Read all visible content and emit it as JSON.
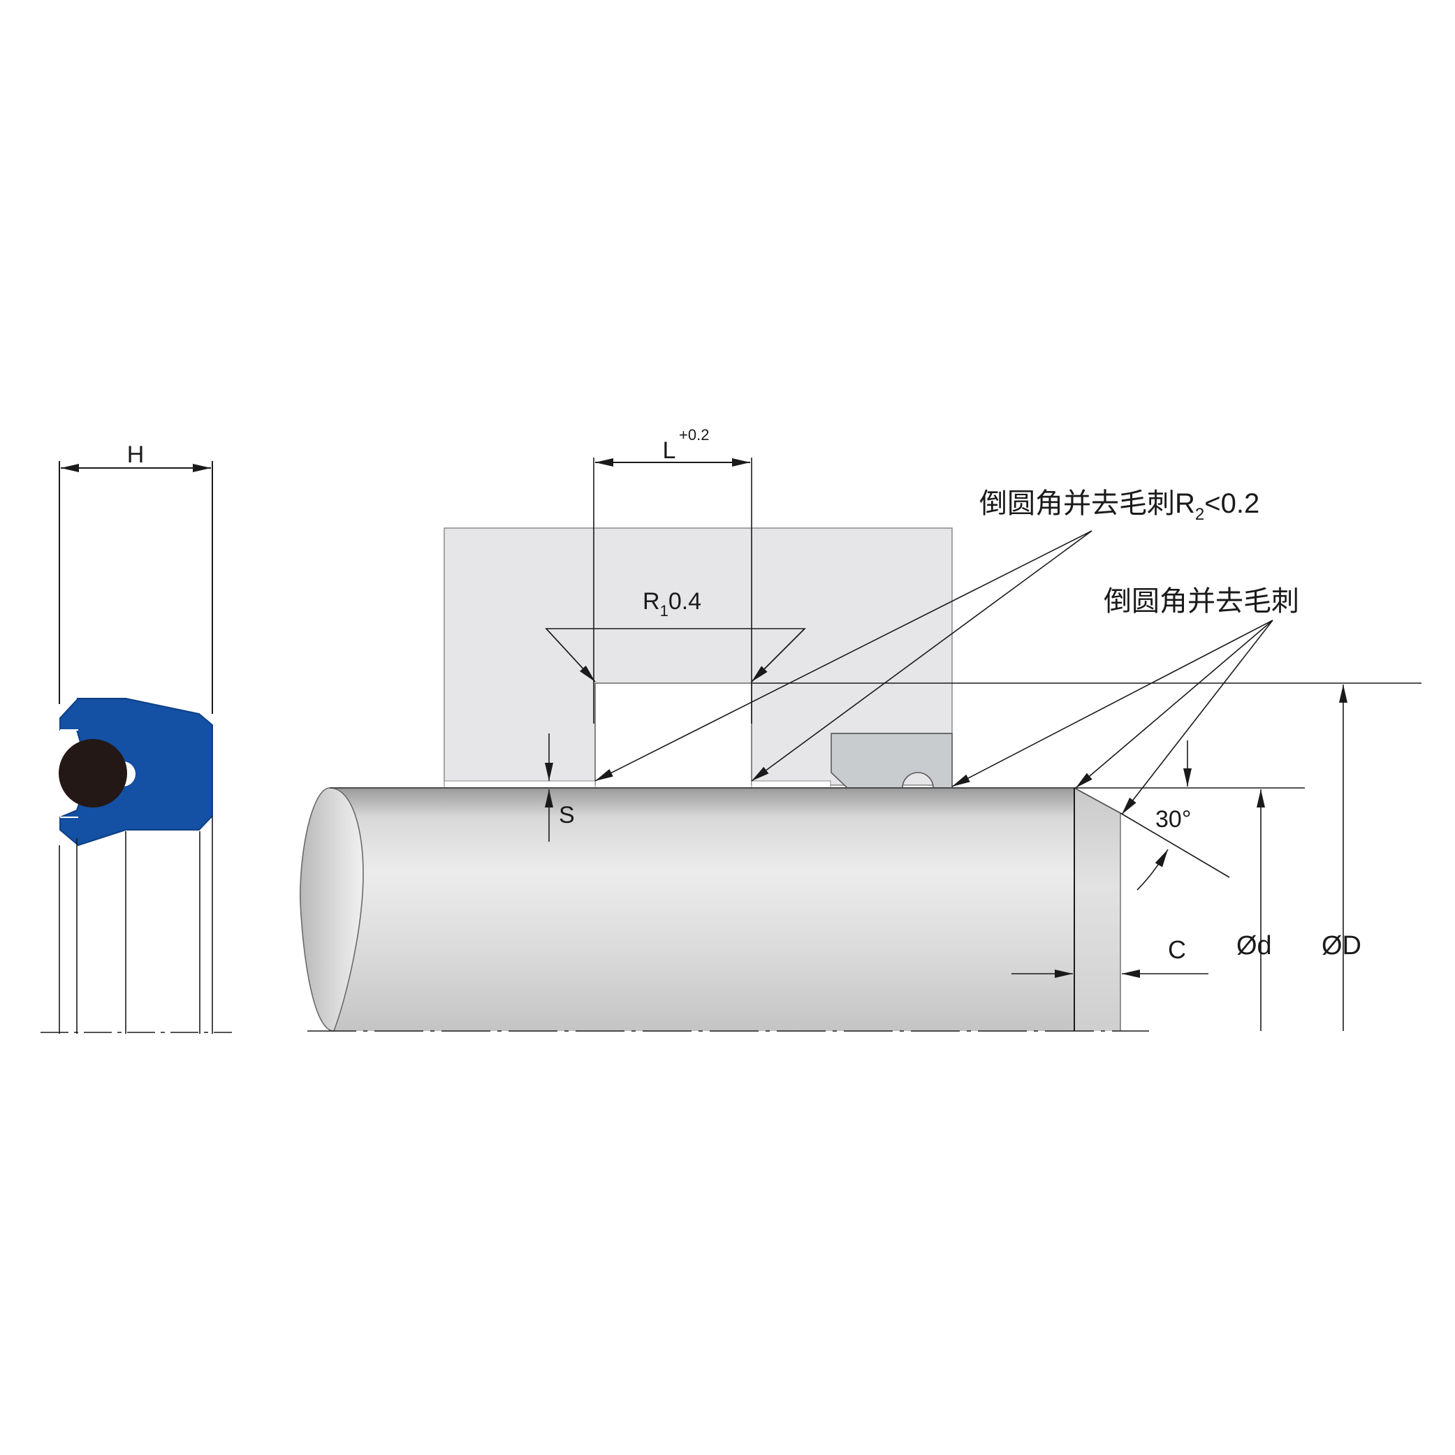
{
  "labels": {
    "H": "H",
    "L": "L",
    "L_tol": "+0.2",
    "R1_base": "R",
    "R1_sub": "1",
    "R1_val": "0.4",
    "S": "S",
    "note_top": "倒圆角并去毛刺R",
    "note_top_sub": "2",
    "note_top_tail": "<0.2",
    "note_mid": "倒圆角并去毛刺",
    "angle": "30°",
    "C": "C",
    "d": "Ød",
    "D": "ØD"
  },
  "colors": {
    "seal_blue": "#1450A3",
    "oring_black": "#231815",
    "housing_gray": "#E6E6E8",
    "insert_gray": "#C9CCCE",
    "rod_light": "#E4E4E4",
    "rod_dark": "#A2A2A2",
    "line": "#1a1a1a"
  }
}
